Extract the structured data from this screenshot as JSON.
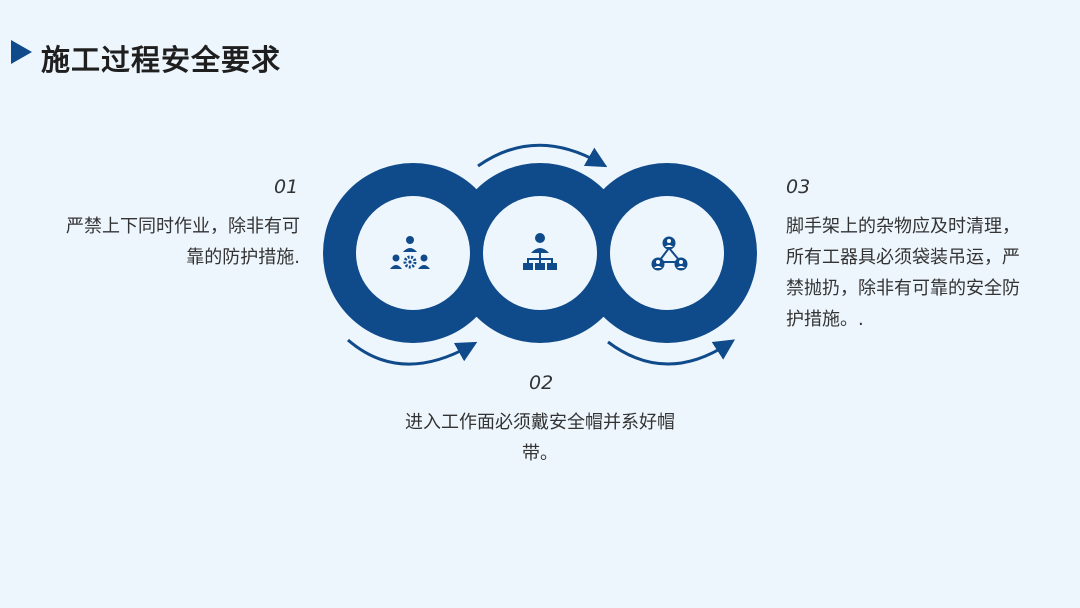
{
  "title": "施工过程安全要求",
  "colors": {
    "primary": "#0f4a8a",
    "background": "#eef6fd",
    "text": "#333333"
  },
  "steps": [
    {
      "number": "01",
      "text": "严禁上下同时作业，除非有可靠的防护措施.",
      "icon": "team-gear-icon"
    },
    {
      "number": "02",
      "text": "进入工作面必须戴安全帽并系好帽带。",
      "icon": "org-hierarchy-icon"
    },
    {
      "number": "03",
      "text": "脚手架上的杂物应及时清理，所有工器具必须袋装吊运，严禁抛扔，除非有可靠的安全防护措施。.",
      "icon": "people-network-icon"
    }
  ]
}
